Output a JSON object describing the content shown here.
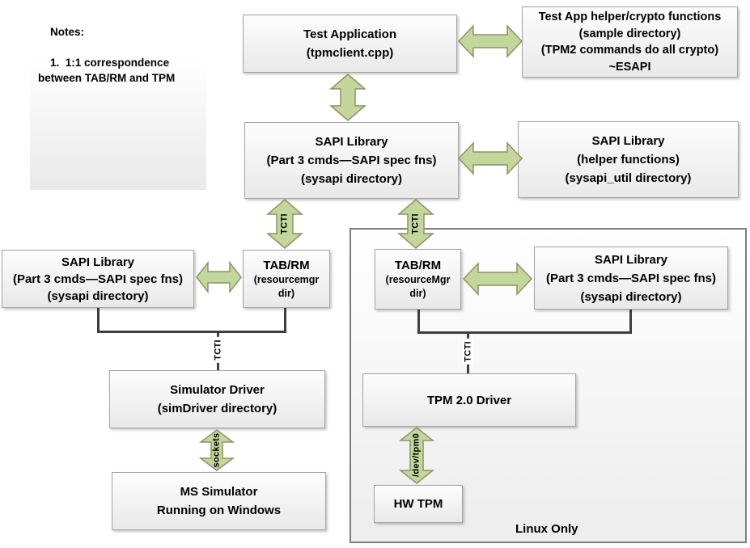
{
  "notes": {
    "title": "Notes:",
    "body": "1.  1:1 correspondence\nbetween TAB/RM and TPM"
  },
  "boxes": {
    "test_app": {
      "lines": [
        "Test Application",
        "(tpmclient.cpp)"
      ]
    },
    "helper_crypto": {
      "lines": [
        "Test App helper/crypto functions",
        "(sample directory)",
        "(TPM2 commands do all crypto)",
        "~ESAPI"
      ]
    },
    "sapi_main": {
      "lines": [
        "SAPI Library",
        "(Part 3 cmds—SAPI spec fns)",
        "(sysapi directory)"
      ]
    },
    "sapi_helper": {
      "lines": [
        "SAPI Library",
        "(helper functions)",
        "(sysapi_util directory)"
      ]
    },
    "sapi_left": {
      "lines": [
        "SAPI Library",
        "(Part 3 cmds—SAPI spec fns)",
        "(sysapi directory)"
      ]
    },
    "tabrm_left": {
      "title": "TAB/RM",
      "sub1": "(resourcemgr",
      "sub2": "dir)"
    },
    "tabrm_right": {
      "title": "TAB/RM",
      "sub1": "(resourceMgr",
      "sub2": "dir)"
    },
    "sapi_right": {
      "lines": [
        "SAPI Library",
        "(Part 3 cmds—SAPI spec fns)",
        "(sysapi directory)"
      ]
    },
    "sim_driver": {
      "lines": [
        "Simulator Driver",
        "(simDriver directory)"
      ]
    },
    "ms_simulator": {
      "lines": [
        "MS Simulator",
        "Running on Windows"
      ]
    },
    "tpm_driver": {
      "lines": [
        "TPM 2.0 Driver"
      ]
    },
    "hw_tpm": {
      "lines": [
        "HW TPM"
      ]
    }
  },
  "labels": {
    "tcti_top_left": "TCTI",
    "tcti_top_right": "TCTI",
    "tcti_bottom_left": "TCTI",
    "tcti_bottom_right": "TCTI",
    "sockets": "sockets",
    "dev_tpm0": "/dev/tpm0",
    "linux_only": "Linux Only"
  },
  "colors": {
    "arrow_fill": "#c3d69b",
    "arrow_stroke": "#8b9467",
    "box_border": "#a3a3a3",
    "box_fill_top": "#fdfdfd",
    "box_fill_bottom": "#e9e9e9",
    "connector": "#3f3f3f",
    "container_border": "#7d7d7d"
  }
}
